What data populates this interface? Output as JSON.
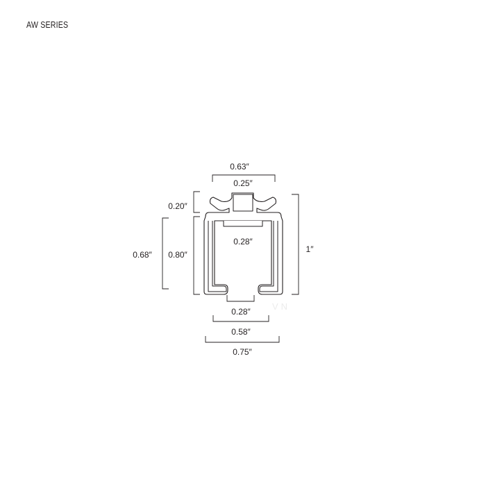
{
  "title": "AW SERIES",
  "dimensions": {
    "top_width": "0.63″",
    "slot_width": "0.25″",
    "top_height": "0.20″",
    "outer_height": "0.68″",
    "body_height": "0.80″",
    "inner_slot": "0.28″",
    "total_height": "1″",
    "bottom_opening": "0.28″",
    "base_width": "0.58″",
    "overall_width": "0.75″"
  },
  "colors": {
    "line": "#231f20",
    "background": "#ffffff"
  }
}
